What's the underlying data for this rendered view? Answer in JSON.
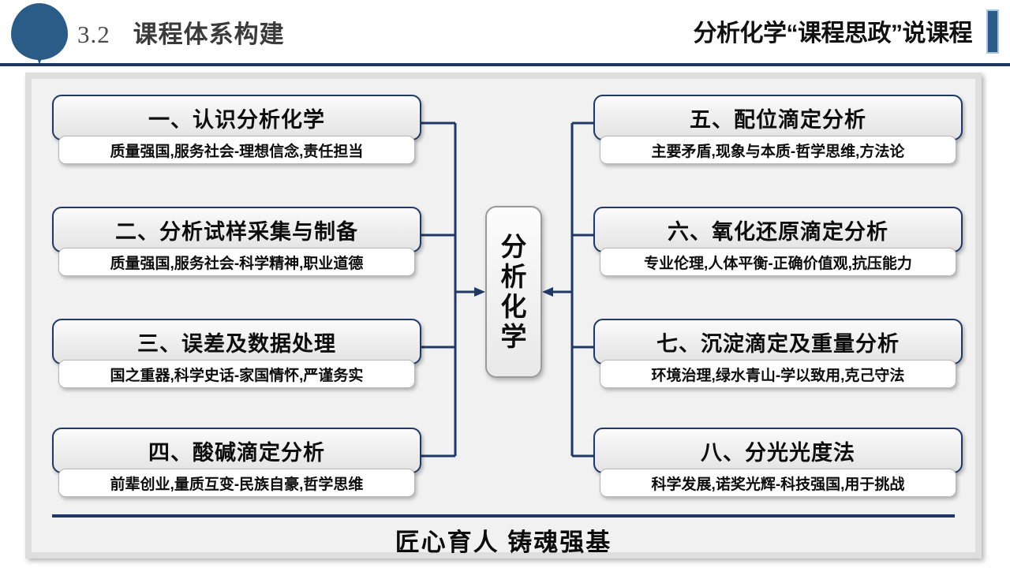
{
  "header": {
    "section_number": "3.2",
    "section_title": "课程体系构建",
    "course_title": "分析化学“课程思政”说课程",
    "pin_icon": "map-pin-icon",
    "accent_color": "#2a5c87",
    "rule_color": "#1f3864"
  },
  "diagram": {
    "center": {
      "label": "分析化学",
      "characters": [
        "分",
        "析",
        "化",
        "学"
      ]
    },
    "left_modules": [
      {
        "title": "一、认识分析化学",
        "subtitle": "质量强国,服务社会-理想信念,责任担当"
      },
      {
        "title": "二、分析试样采集与制备",
        "subtitle": "质量强国,服务社会-科学精神,职业道德"
      },
      {
        "title": "三、误差及数据处理",
        "subtitle": "国之重器,科学史话-家国情怀,严谨务实"
      },
      {
        "title": "四、酸碱滴定分析",
        "subtitle": "前辈创业,量质互变-民族自豪,哲学思维"
      }
    ],
    "right_modules": [
      {
        "title": "五、配位滴定分析",
        "subtitle": "主要矛盾,现象与本质-哲学思维,方法论"
      },
      {
        "title": "六、氧化还原滴定分析",
        "subtitle": "专业伦理,人体平衡-正确价值观,抗压能力"
      },
      {
        "title": "七、沉淀滴定及重量分析",
        "subtitle": "环境治理,绿水青山-学以致用,克己守法"
      },
      {
        "title": "八、分光光度法",
        "subtitle": "科学发展,诺奖光辉-科技强国,用于挑战"
      }
    ],
    "connector_color": "#1f3864"
  },
  "footer": {
    "slogan": "匠心育人  铸魂强基"
  }
}
